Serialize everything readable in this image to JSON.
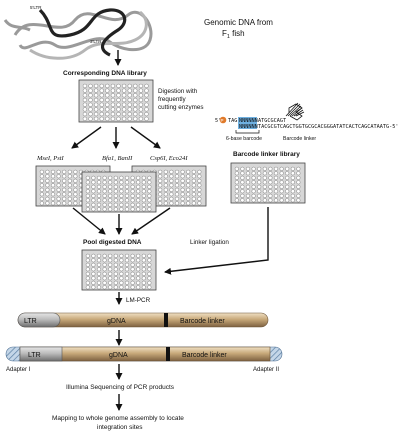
{
  "genome": {
    "label_line1": "Genomic DNA from",
    "label_line2": "F",
    "label_sub": "1",
    "label_suffix": " fish",
    "ltr5": "5'LTR",
    "ltr3": "3'LTR"
  },
  "library": {
    "title": "Corresponding DNA library",
    "digestion_line1": "Digestion with",
    "digestion_line2": "frequently",
    "digestion_line3": "cutting enzymes"
  },
  "enzymes": {
    "left": "MseI, PstI",
    "center": "Bfa1, BanII",
    "right": "Csp6I, Eco24I"
  },
  "pool": {
    "label": "Pool digested DNA"
  },
  "linker": {
    "seq_top_prefix": "5'",
    "seq_top_p": "P",
    "seq_top_tag": "TAG",
    "seq_top_barcode": "NNNNNN",
    "seq_top_rest": "ATGCGCAGT",
    "seq_bottom_barcode": "NNNNNN",
    "seq_bottom_rest": "TACGCGTCAGCTGGTGCGCACGGGATATCACTCAGCATAATG-5'",
    "barcode_label": "6-base barcode",
    "linker_label": "Barcode linker",
    "library_title": "Barcode linker library",
    "ligation": "Linker ligation"
  },
  "lmpcr": {
    "label": "LM-PCR"
  },
  "construct1": {
    "ltr": "LTR",
    "gdna": "gDNA",
    "linker": "Barcode linker"
  },
  "construct2": {
    "ltr": "LTR",
    "gdna": "gDNA",
    "linker": "Barcode linker",
    "adapter1": "Adapter I",
    "adapter2": "Adapter II"
  },
  "steps": {
    "sequencing": "Illumina Sequencing of PCR products",
    "mapping_line1": "Mapping to whole genome assembly to locate",
    "mapping_line2": "integration sites"
  },
  "colors": {
    "tube": "#c8a97a",
    "tube_dark": "#8a6d44",
    "adapter": "#a9c3dd",
    "barcode": "#6fb0e0",
    "phosphate": "#e07a2a"
  }
}
